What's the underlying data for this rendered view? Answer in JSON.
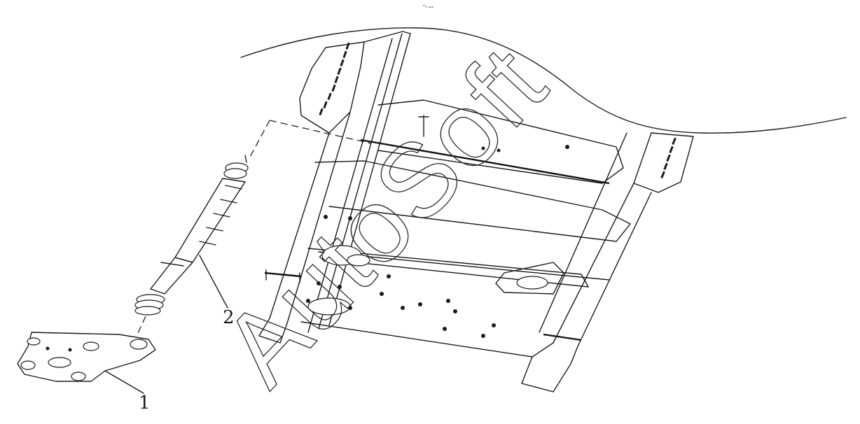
{
  "header": {
    "small_text": "ᵐₙ ₛₒₒ"
  },
  "callouts": [
    {
      "id": "1",
      "label": "1"
    },
    {
      "id": "2",
      "label": "2"
    }
  ],
  "watermark": {
    "text": "AutoSoft"
  },
  "colors": {
    "line": "#1a1a1a",
    "background": "#ffffff"
  }
}
